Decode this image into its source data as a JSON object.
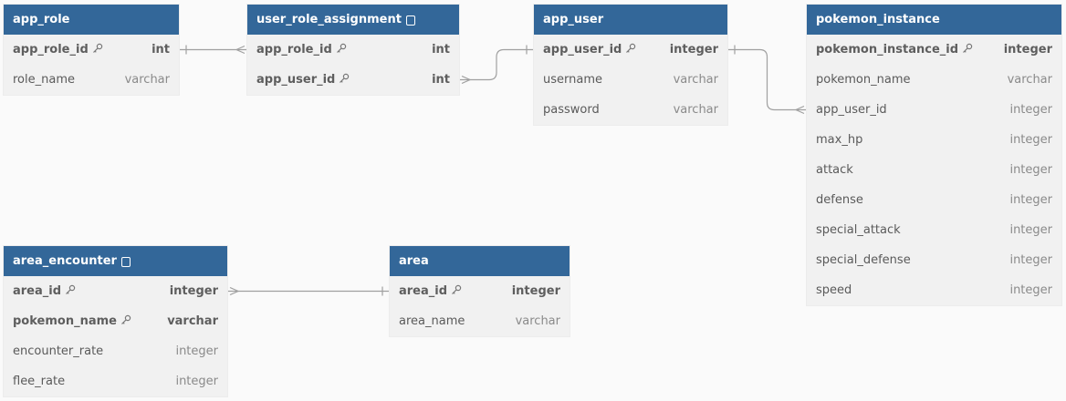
{
  "tables": {
    "app_role": {
      "name": "app_role",
      "has_note": false,
      "fields": [
        {
          "name": "app_role_id",
          "type": "int",
          "pk": true
        },
        {
          "name": "role_name",
          "type": "varchar",
          "pk": false
        }
      ]
    },
    "user_role_assignment": {
      "name": "user_role_assignment",
      "has_note": true,
      "fields": [
        {
          "name": "app_role_id",
          "type": "int",
          "pk": true
        },
        {
          "name": "app_user_id",
          "type": "int",
          "pk": true
        }
      ]
    },
    "app_user": {
      "name": "app_user",
      "has_note": false,
      "fields": [
        {
          "name": "app_user_id",
          "type": "integer",
          "pk": true
        },
        {
          "name": "username",
          "type": "varchar",
          "pk": false
        },
        {
          "name": "password",
          "type": "varchar",
          "pk": false
        }
      ]
    },
    "pokemon_instance": {
      "name": "pokemon_instance",
      "has_note": false,
      "fields": [
        {
          "name": "pokemon_instance_id",
          "type": "integer",
          "pk": true
        },
        {
          "name": "pokemon_name",
          "type": "varchar",
          "pk": false
        },
        {
          "name": "app_user_id",
          "type": "integer",
          "pk": false
        },
        {
          "name": "max_hp",
          "type": "integer",
          "pk": false
        },
        {
          "name": "attack",
          "type": "integer",
          "pk": false
        },
        {
          "name": "defense",
          "type": "integer",
          "pk": false
        },
        {
          "name": "special_attack",
          "type": "integer",
          "pk": false
        },
        {
          "name": "special_defense",
          "type": "integer",
          "pk": false
        },
        {
          "name": "speed",
          "type": "integer",
          "pk": false
        }
      ]
    },
    "area_encounter": {
      "name": "area_encounter",
      "has_note": true,
      "fields": [
        {
          "name": "area_id",
          "type": "integer",
          "pk": true
        },
        {
          "name": "pokemon_name",
          "type": "varchar",
          "pk": true
        },
        {
          "name": "encounter_rate",
          "type": "integer",
          "pk": false
        },
        {
          "name": "flee_rate",
          "type": "integer",
          "pk": false
        }
      ]
    },
    "area": {
      "name": "area",
      "has_note": false,
      "fields": [
        {
          "name": "area_id",
          "type": "integer",
          "pk": true
        },
        {
          "name": "area_name",
          "type": "varchar",
          "pk": false
        }
      ]
    }
  },
  "relationships": [
    {
      "from": "user_role_assignment.app_role_id",
      "to": "app_role.app_role_id",
      "many_side": "user_role_assignment",
      "one_side": "app_role"
    },
    {
      "from": "user_role_assignment.app_user_id",
      "to": "app_user.app_user_id",
      "many_side": "user_role_assignment",
      "one_side": "app_user"
    },
    {
      "from": "pokemon_instance.app_user_id",
      "to": "app_user.app_user_id",
      "many_side": "pokemon_instance",
      "one_side": "app_user"
    },
    {
      "from": "area_encounter.area_id",
      "to": "area.area_id",
      "many_side": "area_encounter",
      "one_side": "area"
    }
  ],
  "colors": {
    "header_bg": "#336799",
    "header_text": "#ffffff",
    "body_bg": "#f1f1f1",
    "line": "#a0a0a0"
  }
}
